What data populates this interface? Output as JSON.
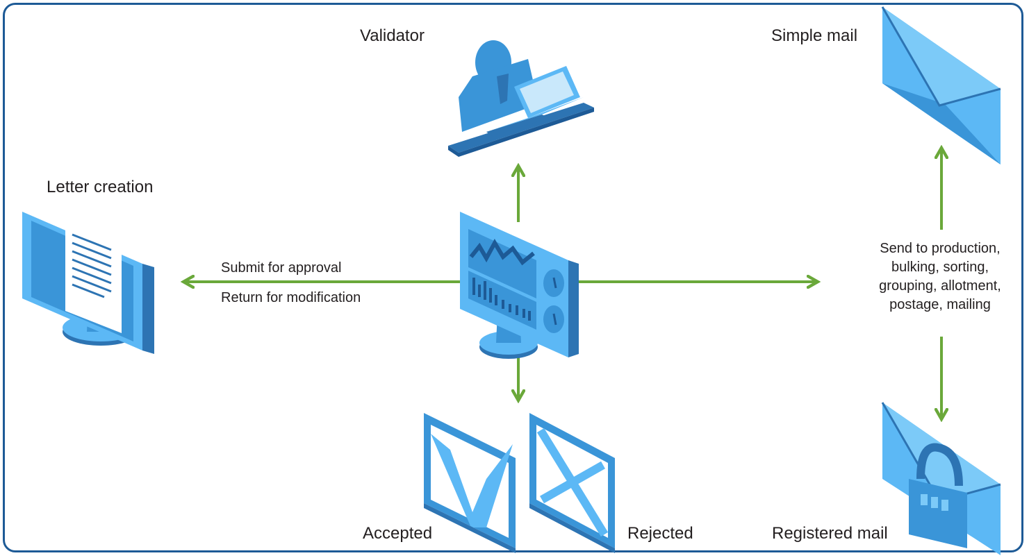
{
  "nodes": {
    "letter_creation": "Letter creation",
    "validator": "Validator",
    "simple_mail": "Simple mail",
    "registered_mail": "Registered mail",
    "accepted": "Accepted",
    "rejected": "Rejected"
  },
  "edges": {
    "submit": "Submit for approval",
    "return": "Return for modification",
    "production_lines": [
      "Send to production,",
      "bulking, sorting,",
      "grouping, allotment,",
      "postage, mailing"
    ]
  },
  "colors": {
    "border": "#1d5a96",
    "arrow": "#6aa83a",
    "icon_light": "#5cb8f5",
    "icon_mid": "#3a95d8",
    "icon_dark": "#2d74b3",
    "text": "#231f20"
  },
  "icons": [
    "person-at-laptop-icon",
    "monitor-document-icon",
    "dashboard-monitor-icon",
    "envelope-icon",
    "locked-envelope-icon",
    "checkmark-icon",
    "cross-icon"
  ]
}
